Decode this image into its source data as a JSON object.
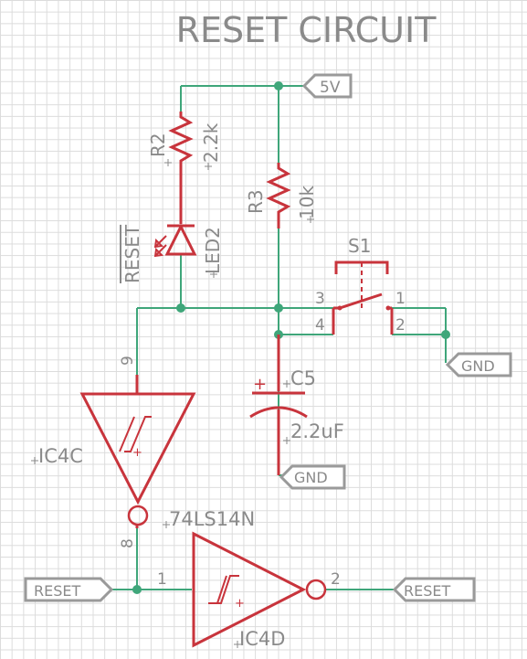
{
  "title": "RESET CIRCUIT",
  "labels": {
    "vcc": "5V",
    "gnd_switch": "GND",
    "gnd_cap": "GND",
    "reset_in": "RESET",
    "reset_out": "RESET"
  },
  "r2": {
    "name": "R2",
    "value": "2.2k"
  },
  "r3": {
    "name": "R3",
    "value": "10k"
  },
  "led2": {
    "name": "LED2",
    "note": "RESET"
  },
  "s1": {
    "name": "S1",
    "pin3": "3",
    "pin4": "4",
    "pin1": "1",
    "pin2": "2"
  },
  "c5": {
    "name": "C5",
    "value": "2.2uF",
    "polarity": "+"
  },
  "ic4c": {
    "name": "IC4C",
    "pin_in": "9",
    "pin_out": "8",
    "part": "74LS14N",
    "plus": "+"
  },
  "ic4d": {
    "name": "IC4D",
    "pin_in": "1",
    "pin_out": "2",
    "plus": "+"
  },
  "colors": {
    "wire": "#3fa67a",
    "part": "#c8343c",
    "label": "#9a9a9a",
    "grid": "#dcdcdc"
  }
}
